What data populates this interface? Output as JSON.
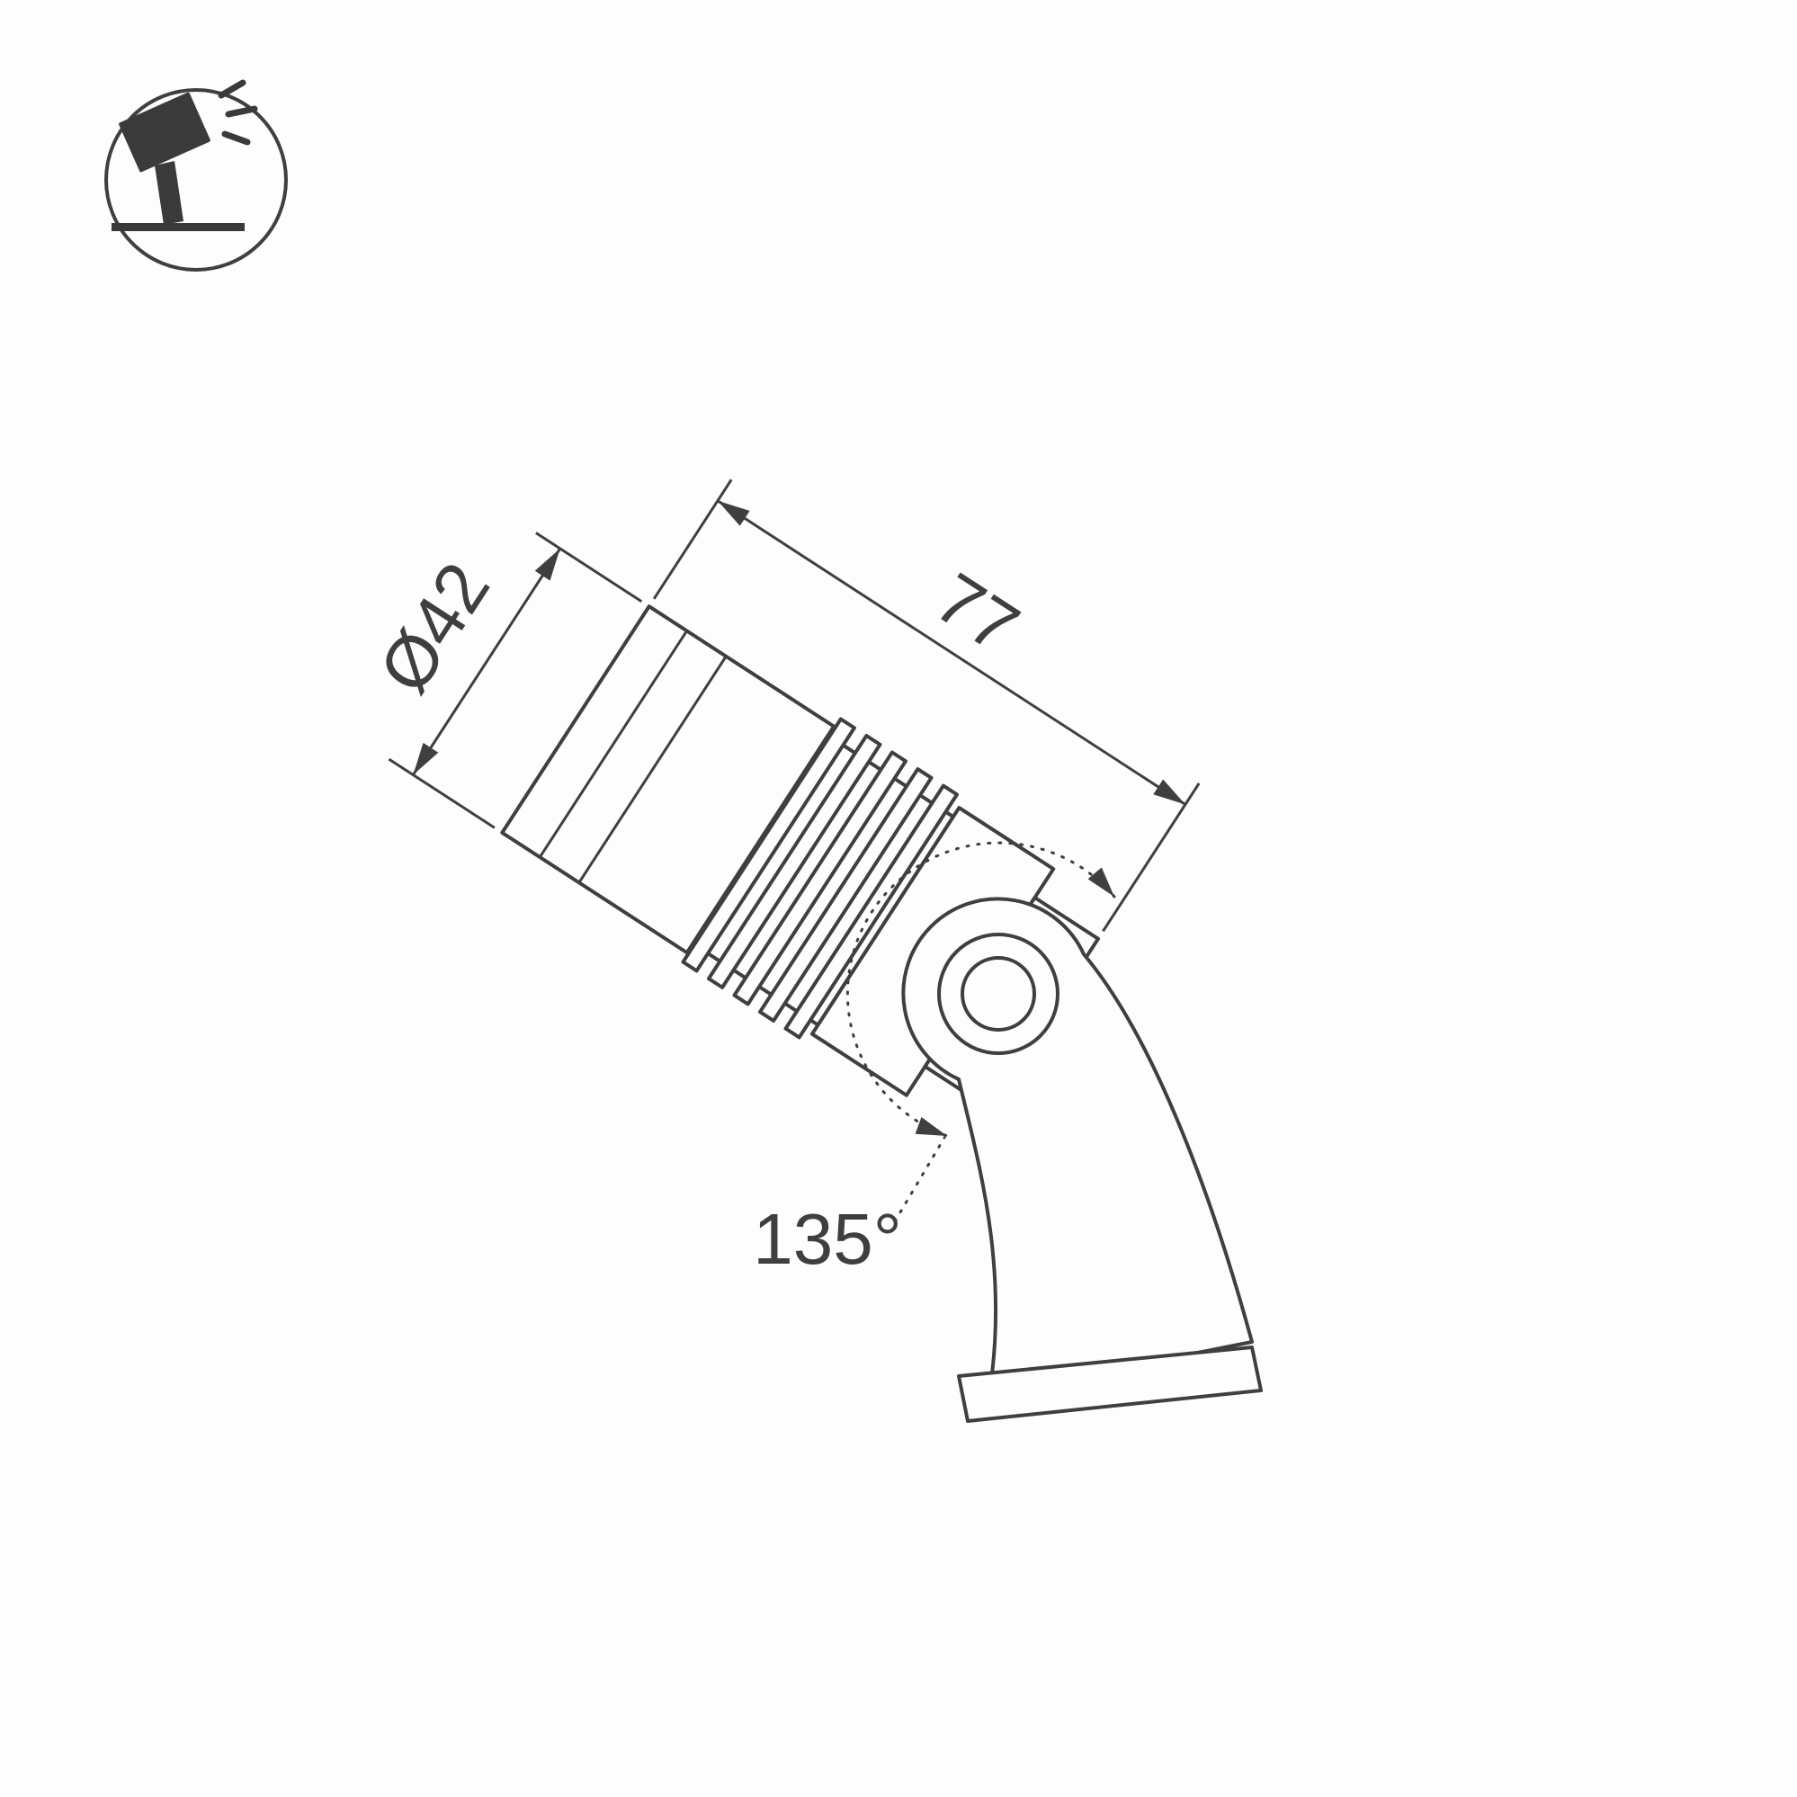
{
  "drawing": {
    "type": "technical-dimension-drawing",
    "subject": "tilting-ground-spotlight",
    "labels": {
      "diameter": "Ø42",
      "length": "77",
      "angle": "135°"
    },
    "colors": {
      "line": "#3f3f3f",
      "background": "#fdfdfd"
    },
    "badge_icon": "tilting-spotlight-icon"
  }
}
